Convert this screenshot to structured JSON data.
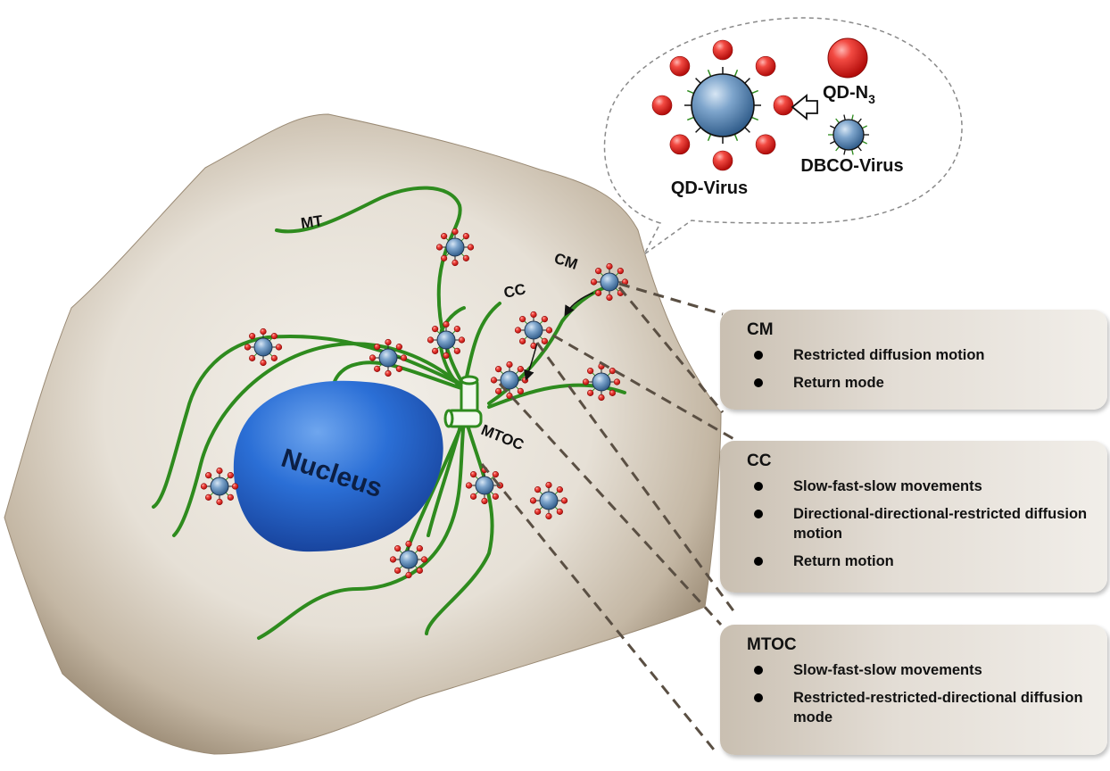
{
  "labels": {
    "mt": "MT",
    "cm": "CM",
    "cc": "CC",
    "mtoc": "MTOC",
    "nucleus": "Nucleus"
  },
  "legend": {
    "qd_virus": "QD-Virus",
    "qd_n3_prefix": "QD-N",
    "qd_n3_sub": "3",
    "dbco_virus": "DBCO-Virus"
  },
  "panels": [
    {
      "title": "CM",
      "items": [
        "Restricted diffusion motion",
        "Return mode"
      ]
    },
    {
      "title": "CC",
      "items": [
        "Slow-fast-slow movements",
        "Directional-directional-restricted diffusion motion",
        "Return motion"
      ]
    },
    {
      "title": "MTOC",
      "items": [
        "Slow-fast-slow movements",
        "Restricted-restricted-directional diffusion mode"
      ]
    }
  ],
  "colors": {
    "cell_fill": "#e9e4dc",
    "cell_edge": "#7a6a55",
    "microtubule": "#2e8b1e",
    "nucleus": "#1f5fcf",
    "virus_core": "#4f7fae",
    "quantum_dot": "#e3201b"
  }
}
